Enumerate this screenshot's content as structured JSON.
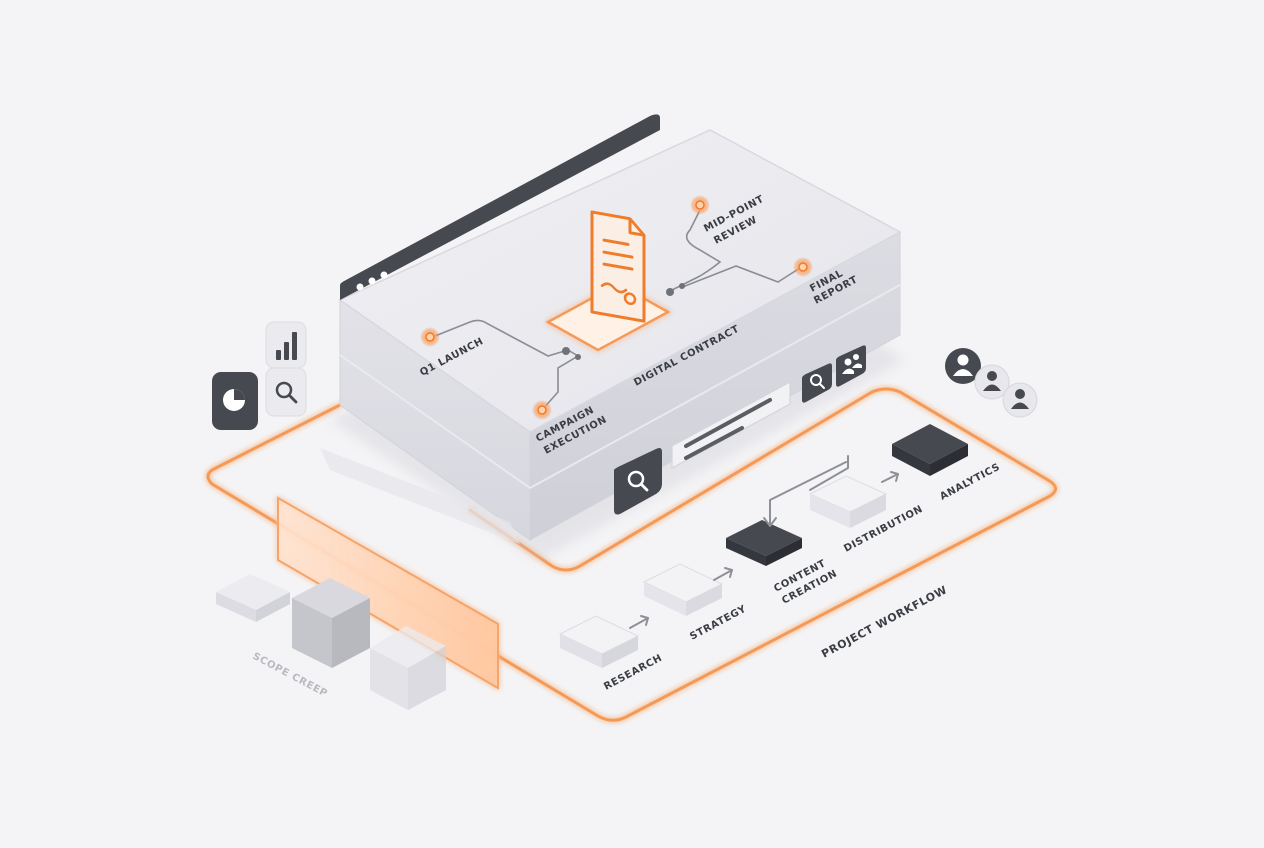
{
  "dashboard": {
    "center_label": "DIGITAL CONTRACT",
    "milestones": [
      "Q1 LAUNCH",
      "CAMPAIGN",
      "EXECUTION",
      "MID-POINT",
      "REVIEW",
      "FINAL",
      "REPORT"
    ]
  },
  "workflow": {
    "title": "PROJECT WORKFLOW",
    "steps": [
      "RESEARCH",
      "STRATEGY",
      "CONTENT",
      "CREATION",
      "DISTRIBUTION",
      "ANALYTICS"
    ]
  },
  "scope": {
    "label": "SCOPE CREEP"
  },
  "colors": {
    "accent": "#f07c2a",
    "dark": "#46494f",
    "glass": "#e9e9ee",
    "background": "#f4f4f6"
  },
  "icons": [
    "bar-chart-icon",
    "pie-chart-icon",
    "search-icon",
    "users-icon",
    "user-icon",
    "document-icon",
    "arrow-icon"
  ]
}
